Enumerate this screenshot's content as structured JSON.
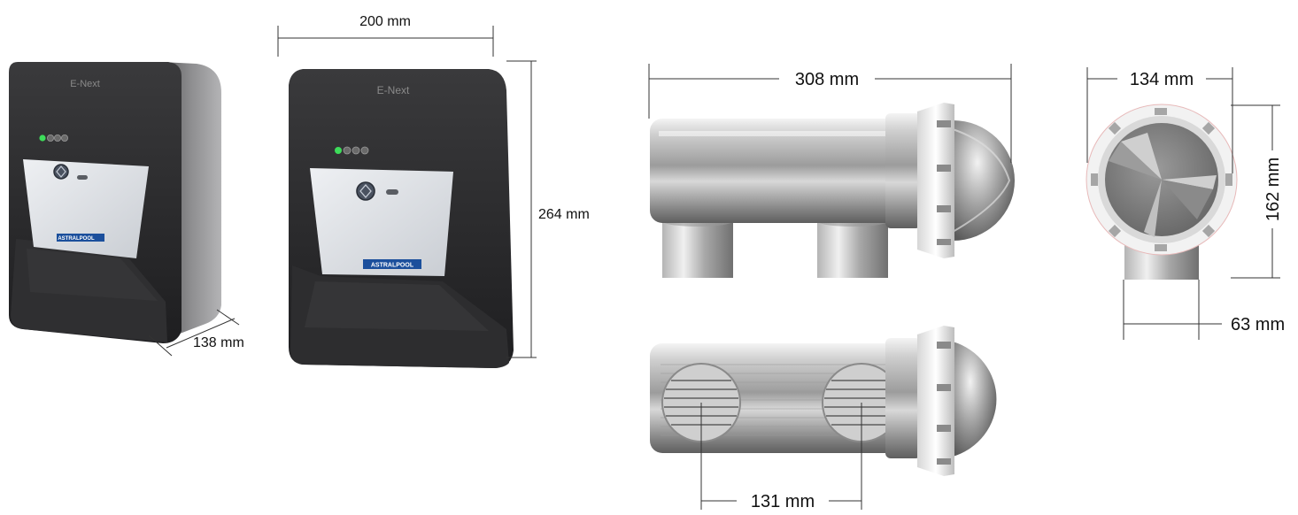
{
  "product": {
    "model_label": "E-Next",
    "brand_logo_text": "ASTRALPOOL"
  },
  "dimensions": {
    "unit_width": "200 mm",
    "unit_height": "264 mm",
    "unit_depth": "138 mm",
    "cell_length": "308 mm",
    "cell_width": "134 mm",
    "cell_height": "162 mm",
    "cell_port_diameter": "63 mm",
    "port_spacing": "131 mm"
  },
  "colors": {
    "led_green": "#3ddc5a",
    "dimension_line": "#333333",
    "housing_dark": "#2b2b2b",
    "panel_light": "#dde1e6",
    "brand_blue": "#1b4f9c"
  }
}
